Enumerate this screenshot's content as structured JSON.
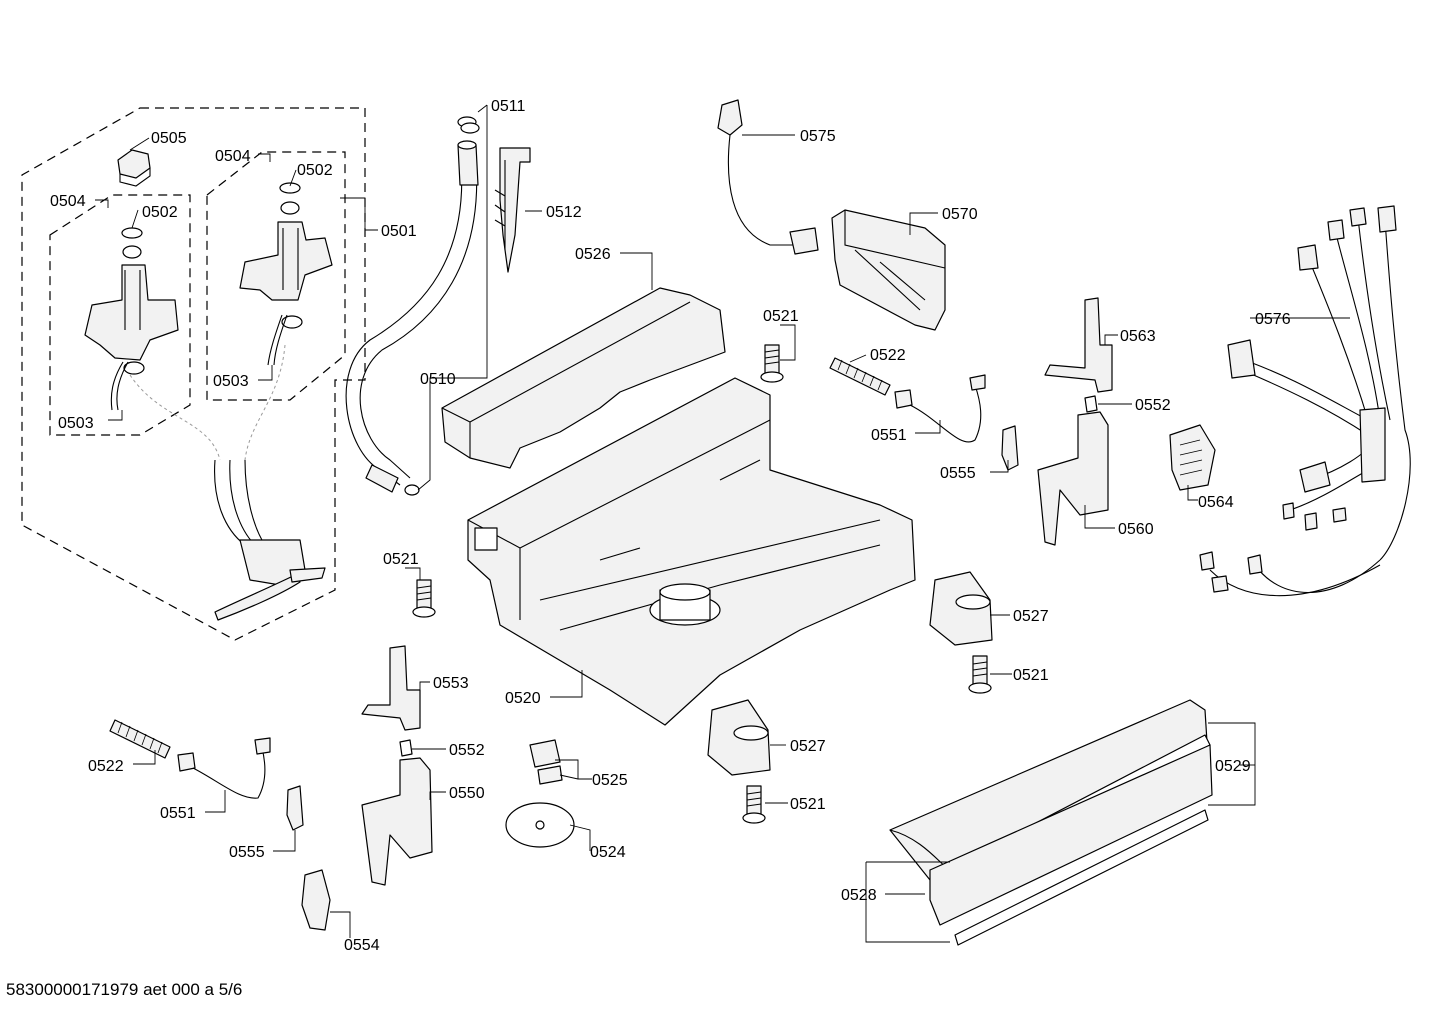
{
  "footer": "58300000171979 aet 000 a 5/6",
  "labels": {
    "p0505": "0505",
    "p0504a": "0504",
    "p0502a": "0502",
    "p0504b": "0504",
    "p0502b": "0502",
    "p0501": "0501",
    "p0503a": "0503",
    "p0503b": "0503",
    "p0511": "0511",
    "p0512": "0512",
    "p0510": "0510",
    "p0526": "0526",
    "p0575": "0575",
    "p0570": "0570",
    "p0521a": "0521",
    "p0522a": "0522",
    "p0551a": "0551",
    "p0563": "0563",
    "p0552a": "0552",
    "p0576": "0576",
    "p0555a": "0555",
    "p0560": "0560",
    "p0564": "0564",
    "p0521b": "0521",
    "p0553": "0553",
    "p0520": "0520",
    "p0527a": "0527",
    "p0521c": "0521",
    "p0552b": "0552",
    "p0522b": "0522",
    "p0551b": "0551",
    "p0550": "0550",
    "p0525": "0525",
    "p0527b": "0527",
    "p0521d": "0521",
    "p0529": "0529",
    "p0555b": "0555",
    "p0524": "0524",
    "p0528": "0528",
    "p0554": "0554"
  }
}
